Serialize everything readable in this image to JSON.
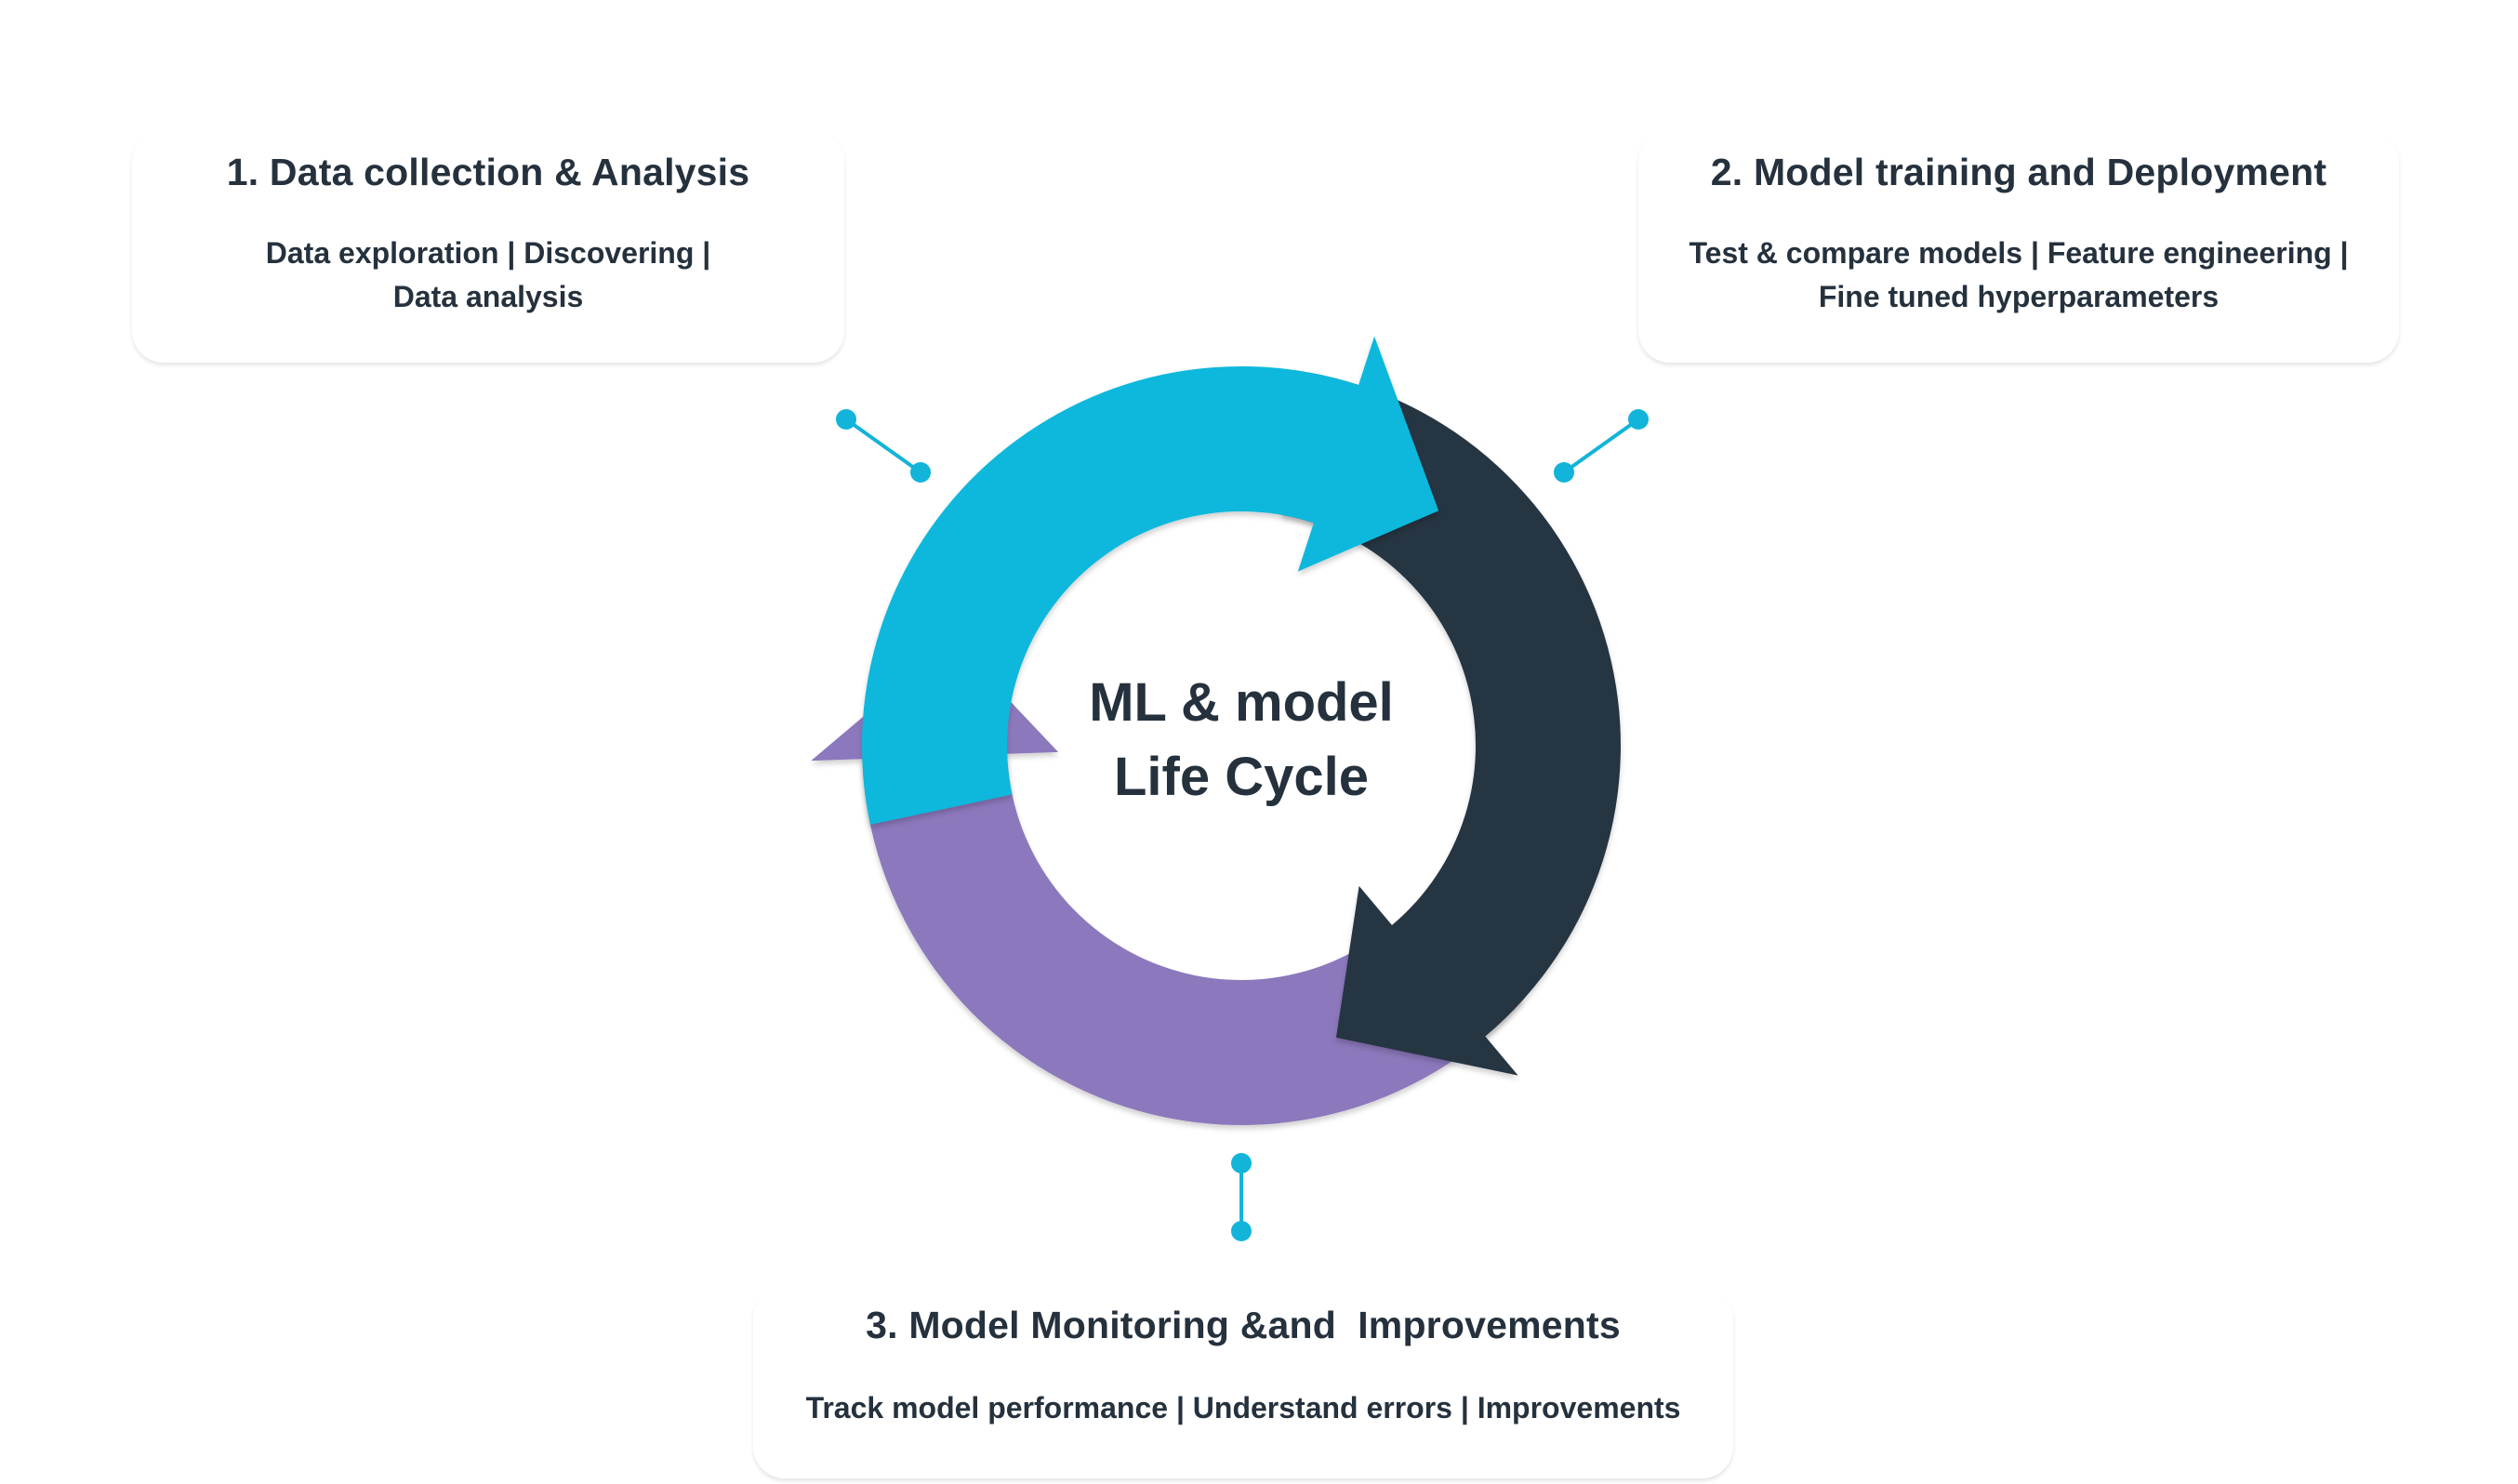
{
  "diagram": {
    "title": "ML & model Life Cycle",
    "center_lines": [
      "ML & model",
      "Life Cycle"
    ],
    "colors": {
      "stage1": "#0fb8dc",
      "stage2": "#283542",
      "stage3": "#8c78bc",
      "connector": "#12b4da",
      "text": "#25313d"
    },
    "stages": [
      {
        "title": "1. Data collection & Analysis",
        "desc_lines": [
          "Data exploration | Discovering |",
          "Data analysis"
        ]
      },
      {
        "title": "2. Model training and Deployment",
        "desc_lines": [
          "Test & compare models | Feature engineering |",
          "Fine tuned hyperparameters"
        ]
      },
      {
        "title": "3. Model Monitoring &and  Improvements",
        "desc_lines": [
          "Track model performance | Understand errors | Improvements"
        ]
      }
    ]
  }
}
